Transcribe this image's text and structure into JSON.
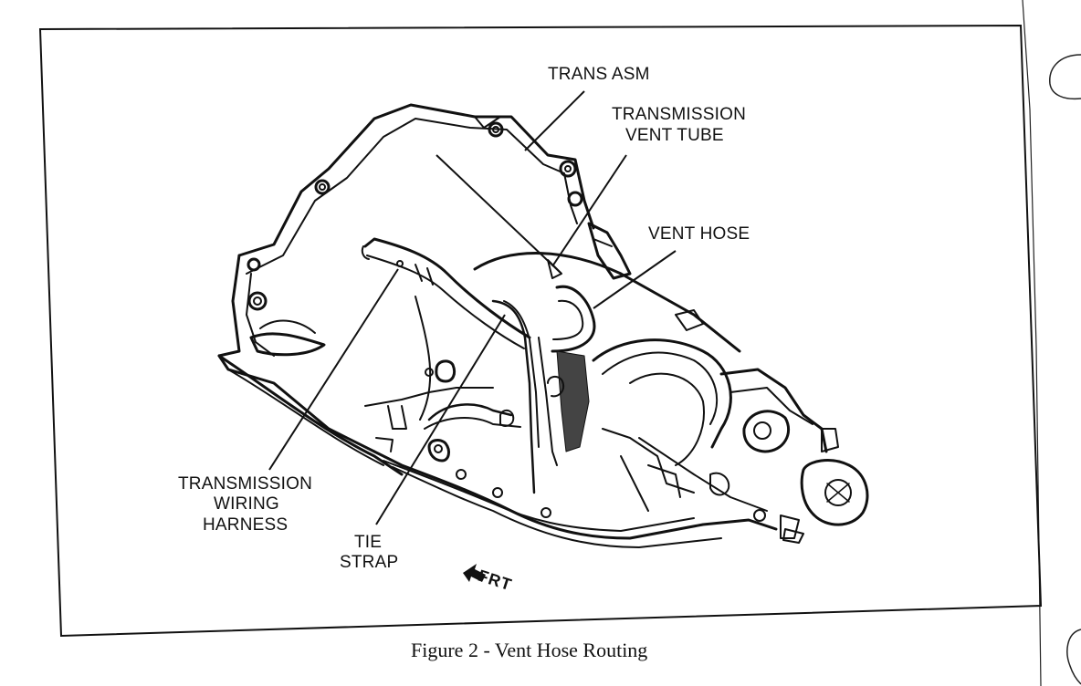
{
  "diagram": {
    "labels": {
      "trans_asm": "TRANS ASM",
      "transmission_vent_tube_1": "TRANSMISSION",
      "transmission_vent_tube_2": "VENT TUBE",
      "vent_hose": "VENT HOSE",
      "transmission_wiring_harness_1": "TRANSMISSION",
      "transmission_wiring_harness_2": "WIRING",
      "transmission_wiring_harness_3": "HARNESS",
      "tie_strap_1": "TIE",
      "tie_strap_2": "STRAP",
      "direction": "FRT"
    },
    "caption": "Figure 2 - Vent Hose Routing"
  }
}
